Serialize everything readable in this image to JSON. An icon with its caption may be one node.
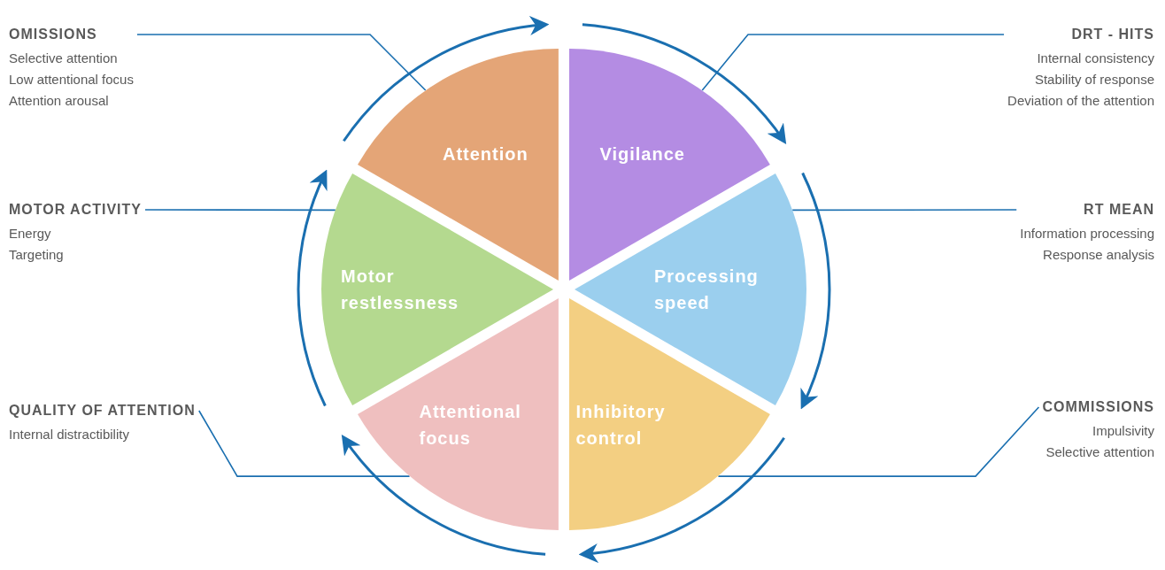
{
  "diagram": {
    "nodes": [
      {
        "text": [
          "OMISSIONS",
          "Selective attention",
          "Low attentional focus",
          "Attention arousal"
        ]
      },
      {
        "text": [
          "DRT - HITS",
          "Internal consistency",
          "Stability of response",
          "Deviation of the attention"
        ]
      },
      {
        "text": [
          "Attention"
        ]
      },
      {
        "text": [
          "Vigilance"
        ]
      },
      {
        "text": [
          "MOTOR ACTIVITY",
          "Energy",
          "Targeting"
        ]
      },
      {
        "text": [
          "RT MEAN",
          "Information processing",
          "Response analysis"
        ]
      },
      {
        "text": [
          "Motor restlessness"
        ]
      },
      {
        "text": [
          "Processing speed"
        ]
      },
      {
        "text": [
          "QUALITY OF ATTENTION",
          "Internal distractibility"
        ]
      },
      {
        "text": [
          "COMMISSIONS",
          "Impulsivity",
          "Selective attention"
        ]
      },
      {
        "text": [
          "Attentional focus"
        ]
      },
      {
        "text": [
          "Inhibitory control"
        ]
      }
    ],
    "edges": [
      {
        "from": 0,
        "to": 2,
        "arrow": "none"
      },
      {
        "from": 1,
        "to": 3,
        "arrow": "none"
      },
      {
        "from": 4,
        "to": 6,
        "arrow": "none"
      },
      {
        "from": 5,
        "to": 7,
        "arrow": "none"
      },
      {
        "from": 8,
        "to": 10,
        "arrow": "none"
      },
      {
        "from": 9,
        "to": 11,
        "arrow": "none"
      }
    ]
  }
}
